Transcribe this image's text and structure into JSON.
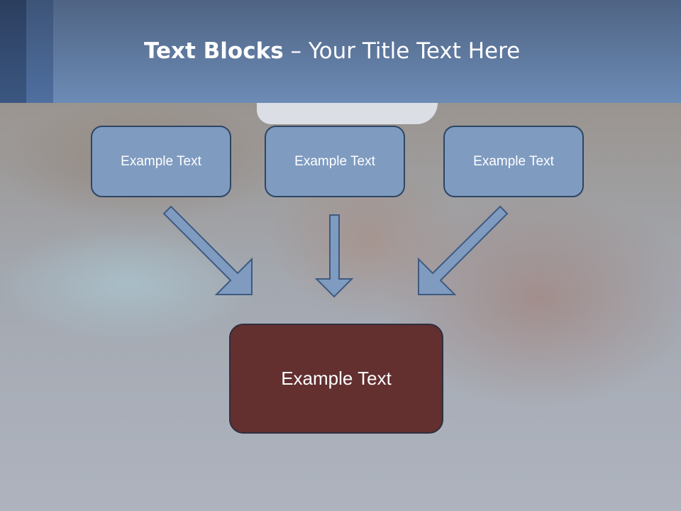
{
  "slide": {
    "title_bold": "Text Blocks",
    "title_rest": " – Your Title Text Here",
    "boxes": [
      "Example Text",
      "Example Text",
      "Example Text"
    ],
    "main_box": "Example Text"
  },
  "colors": {
    "header": "#6c8bb5",
    "box": "#7f9bc0",
    "main_box": "#632f2f"
  }
}
